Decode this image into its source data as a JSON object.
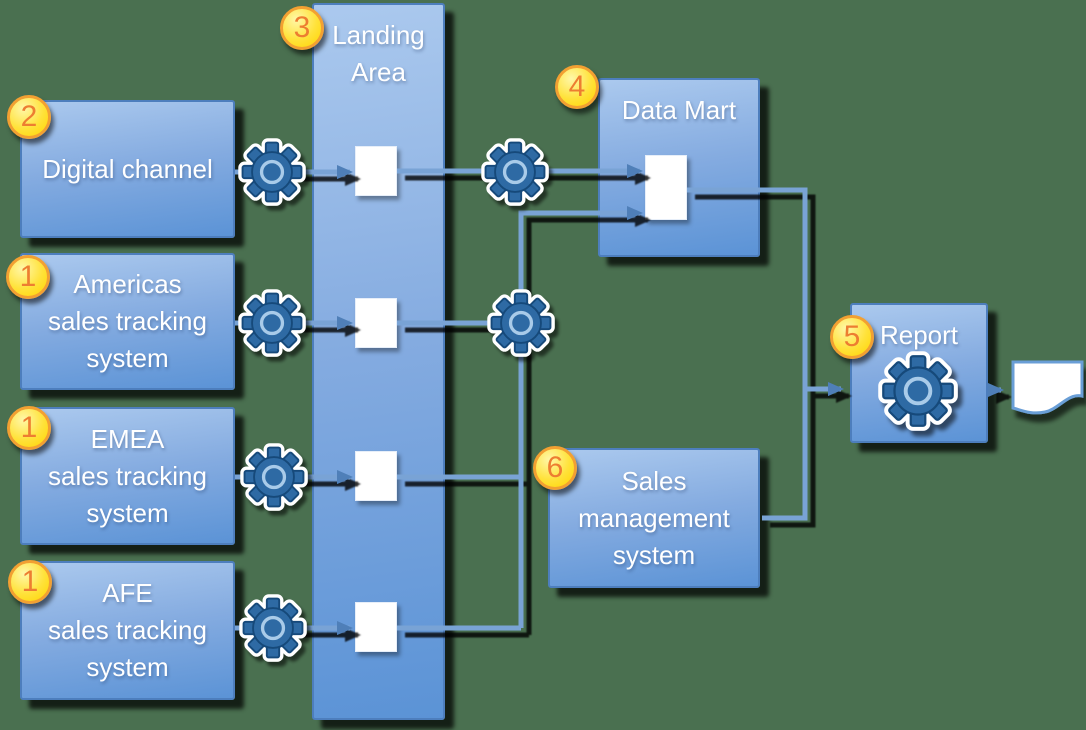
{
  "nodes": {
    "sources": [
      {
        "badge": "2",
        "label": "Digital channel"
      },
      {
        "badge": "1",
        "label": "Americas\nsales tracking\nsystem"
      },
      {
        "badge": "1",
        "label": "EMEA\nsales tracking\nsystem"
      },
      {
        "badge": "1",
        "label": "AFE\nsales tracking\nsystem"
      }
    ],
    "landing_area": {
      "badge": "3",
      "label": "Landing\nArea"
    },
    "data_mart": {
      "badge": "4",
      "label": "Data Mart"
    },
    "sales_management": {
      "badge": "6",
      "label": "Sales\nmanagement\nsystem"
    },
    "report": {
      "badge": "5",
      "label": "Report"
    }
  },
  "icons": {
    "gear": "etl-process-gear-icon",
    "document": "report-output-document-icon"
  },
  "colors": {
    "background": "#4a7050",
    "node_fill_top": "#abc9ee",
    "node_fill_bottom": "#5b93d6",
    "node_border": "#4d7ebd",
    "connector": "#79a3d5",
    "badge_fill": "#ffd400",
    "badge_border": "#f2a032",
    "badge_text": "#ed7d31",
    "gear_fill": "#2d6ba4",
    "label_text": "#ffffff"
  }
}
